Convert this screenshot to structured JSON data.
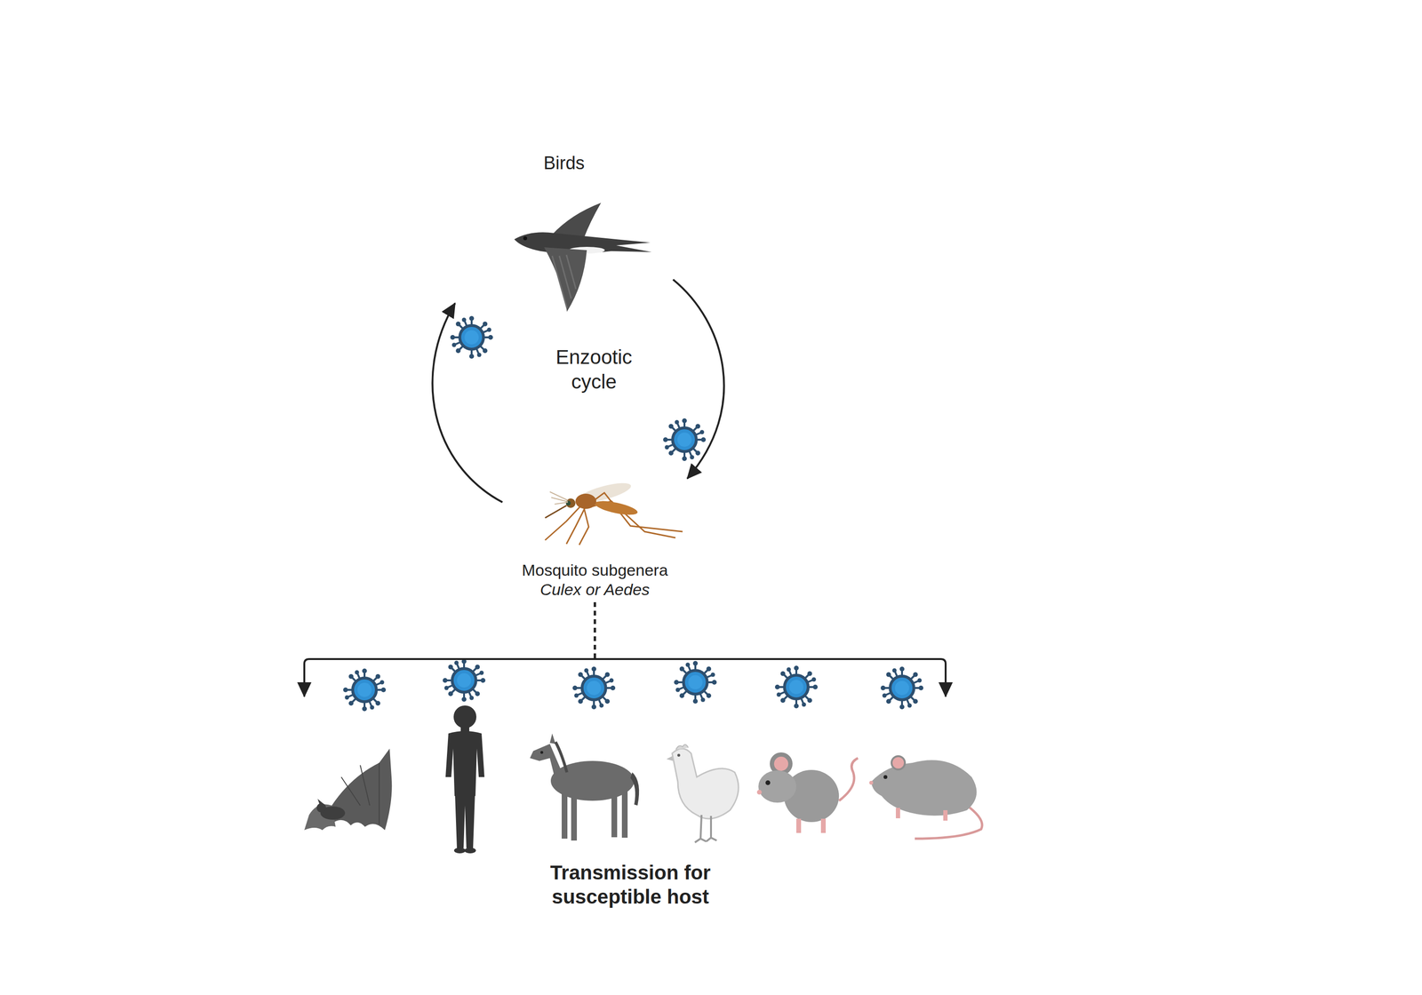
{
  "diagram": {
    "nodes": [
      {
        "text": [
          "Birds"
        ]
      },
      {
        "text": [
          "Mosquito subgenera",
          "Culex or Aedes"
        ]
      },
      {
        "text": [
          "Transmission for susceptible host"
        ]
      }
    ],
    "edges": [
      {
        "from": 0,
        "to": 1,
        "arrow": "to"
      },
      {
        "from": 1,
        "to": 0,
        "arrow": "to"
      },
      {
        "from": 1,
        "to": 2,
        "arrow": "to"
      }
    ],
    "labels": [
      "Enzootic cycle"
    ]
  }
}
